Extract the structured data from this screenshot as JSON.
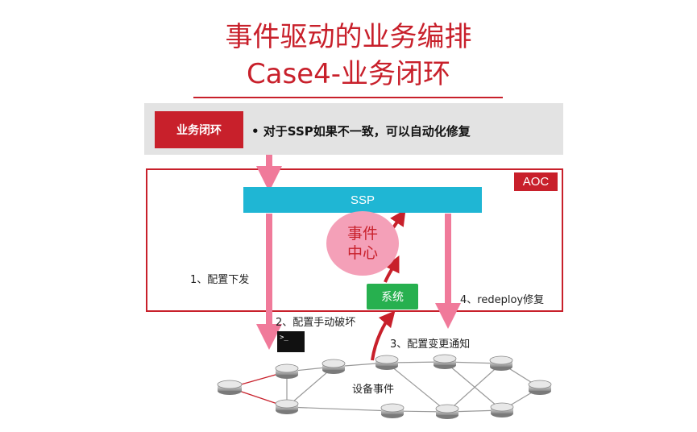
{
  "title": {
    "line1": "事件驱动的业务编排",
    "line2": "Case4-业务闭环"
  },
  "banner": {
    "tag": "业务闭环",
    "text": "• 对于SSP如果不一致，可以自动化修复"
  },
  "aoc": {
    "label": "AOC"
  },
  "ssp": {
    "label": "SSP"
  },
  "event_center": {
    "line1": "事件",
    "line2": "中心"
  },
  "system": {
    "label": "系统"
  },
  "steps": {
    "step1": "1、配置下发",
    "step2": "2、配置手动破坏",
    "step3": "3、配置变更通知",
    "step4": "4、redeploy修复"
  },
  "terminal": {
    "prompt": ">_"
  },
  "network": {
    "label": "设备事件"
  },
  "colors": {
    "brand_red": "#c8202b",
    "ssp_cyan": "#1fb6d4",
    "arrow_pink": "#f07a9a",
    "event_pink": "#f4a0b8",
    "system_green": "#27b04f"
  }
}
